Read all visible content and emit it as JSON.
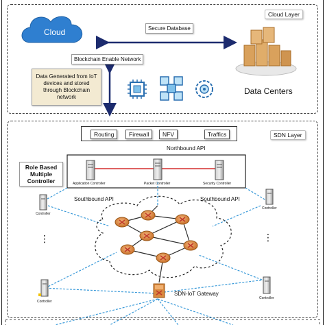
{
  "cloud_layer": {
    "title": "Cloud Layer",
    "cloud_label": "Cloud",
    "secure_database_label": "Secure Database",
    "blockchain_network_label": "Blockchain Enable Network",
    "note_text": "Data Generated from IoT devices and stored through Blockchain network",
    "data_centers_label": "Data Centers"
  },
  "sdn_layer": {
    "title": "SDN Layer",
    "services": [
      "Routing",
      "Firewall",
      "NFV",
      "Traffics"
    ],
    "northbound_label": "Northbound API",
    "southbound_left_label": "Southbound API",
    "southbound_right_label": "Southbound API",
    "role_label": "Role Based Multiple Controller",
    "application_controller": "Application Controller",
    "packet_controller": "Packet Controller",
    "security_controller": "Security Controller",
    "controller_label": "Controller",
    "gateway_label": "SDN-IoT Gateway",
    "ellipsis": "⋮"
  },
  "colors": {
    "cloud": "#2f7fd0",
    "link_blue": "#3a9ad9",
    "router": "#d9893f",
    "server": "#9a9a9a",
    "arrow": "#1c2b6e",
    "red_link": "#d32f2f",
    "note_bg": "#f3ead2"
  }
}
